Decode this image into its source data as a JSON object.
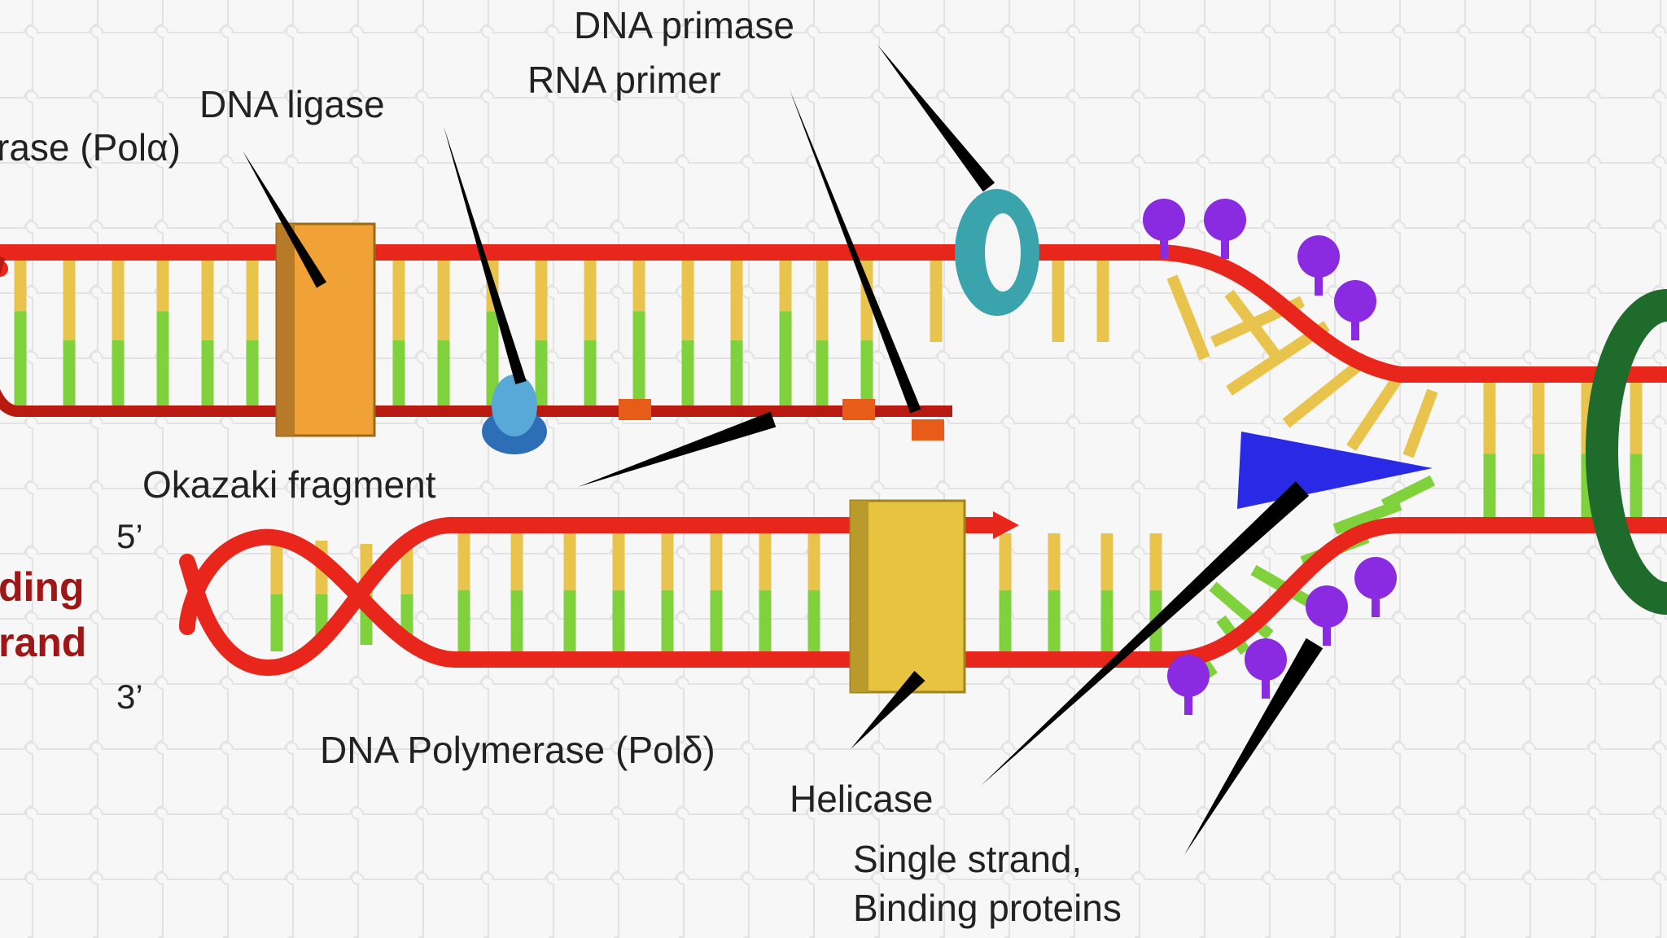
{
  "labels": {
    "dna_primase": "DNA primase",
    "rna_primer": "RNA primer",
    "dna_ligase": "DNA ligase",
    "polymerase_alpha": "rase (Polα)",
    "okazaki_fragment": "Okazaki fragment",
    "five_prime": "5’",
    "three_prime": "3’",
    "strand_line1": "ding",
    "strand_line2": "rand",
    "polymerase_delta": "DNA Polymerase (Polδ)",
    "helicase": "Helicase",
    "ssb_line1": "Single strand,",
    "ssb_line2": "Binding proteins"
  },
  "colors": {
    "backbone": "#e8261b",
    "backbone_dark": "#b81a12",
    "base_yellow": "#e9c44c",
    "base_green": "#7fd23c",
    "pol_alpha": "#f0a236",
    "pol_delta": "#e8c33f",
    "primase": "#3aa3ac",
    "ligase": "#58a8d8",
    "helicase": "#2a2ae6",
    "ssb": "#8a2be2",
    "clamp": "#1e6b2c",
    "label_red": "#a01515"
  }
}
